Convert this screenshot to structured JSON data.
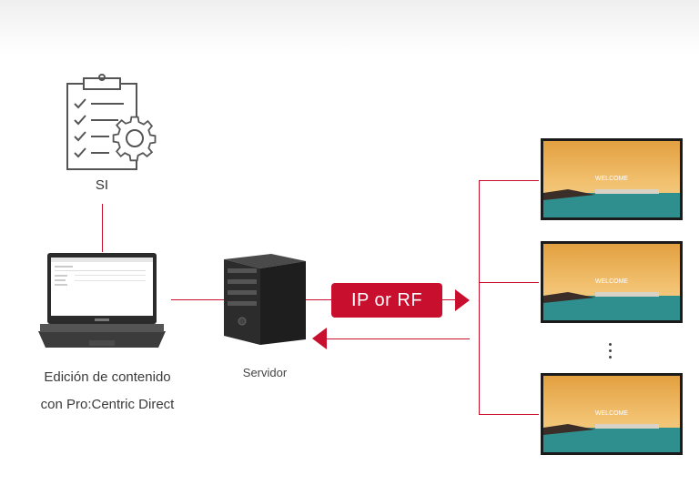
{
  "nodes": {
    "si": {
      "label": "SI"
    },
    "laptop": {
      "label_line1": "Edición de contenido",
      "label_line2": "con Pro:Centric Direct"
    },
    "server": {
      "label": "Servidor"
    }
  },
  "connection": {
    "label": "IP or RF"
  },
  "displays": {
    "screen_text": "WELCOME",
    "count_shown": 3,
    "more_indicator": "⋮"
  },
  "colors": {
    "accent": "#c8102e",
    "line_gray": "#555555"
  }
}
